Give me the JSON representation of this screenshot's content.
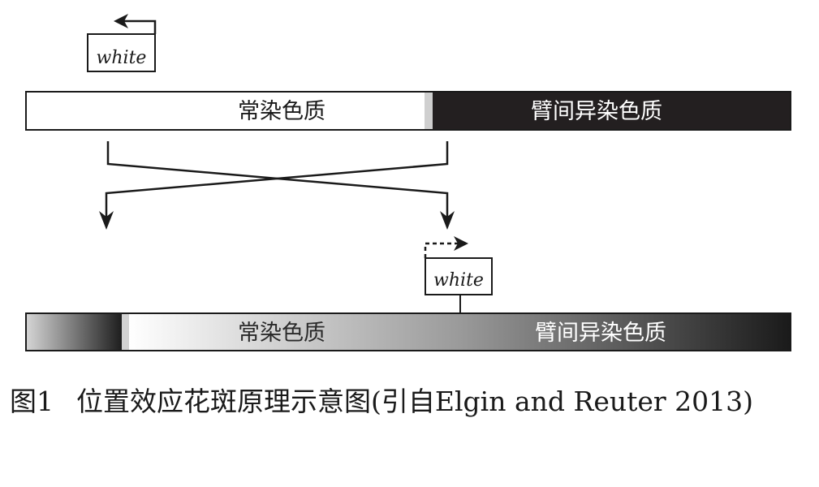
{
  "top_chromosome": {
    "gene": "white",
    "euchromatin": "常染色质",
    "heterochromatin": "臂间异染色质"
  },
  "bottom_chromosome": {
    "gene": "white",
    "euchromatin": "常染色质",
    "heterochromatin": "臂间异染色质"
  },
  "caption": {
    "figure_number": "图1",
    "text": "位置效应花斑原理示意图(引自Elgin and Reuter 2013)"
  }
}
